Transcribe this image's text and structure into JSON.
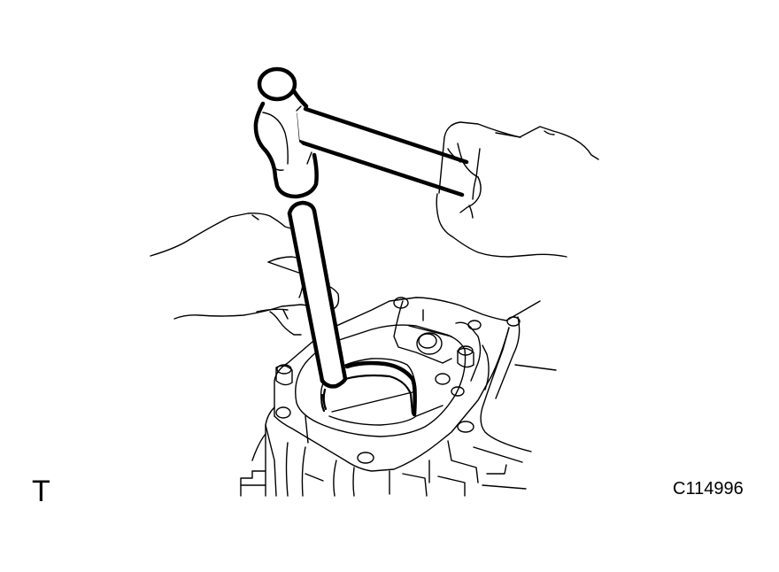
{
  "figure": {
    "section_marker": "T",
    "figure_code": "C114996",
    "description": "Hand holding a ball-peen hammer striking a drift punch held by another hand, installing an oil seal into a transaxle/transmission case bore",
    "parts": [
      "hammer",
      "drift-punch",
      "right-hand",
      "left-hand",
      "oil-seal",
      "transmission-case"
    ]
  }
}
